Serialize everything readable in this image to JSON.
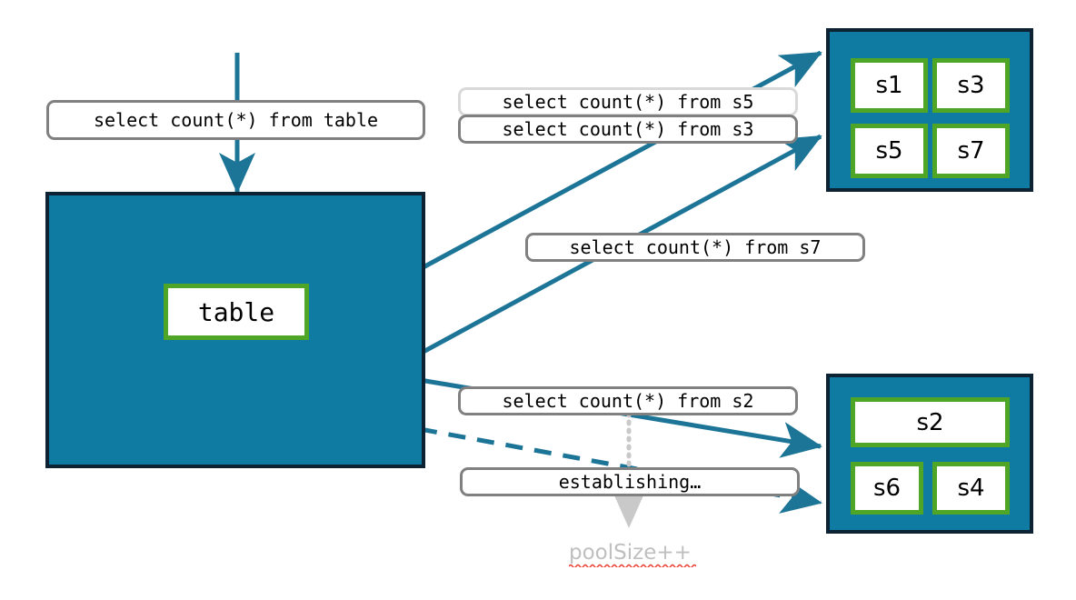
{
  "diagram": {
    "title": "connection pool query routing",
    "colors": {
      "teal": "#0F7BA2",
      "dark_outline": "#0D2333",
      "green": "#4FA526",
      "arrow_blue": "#1C7496",
      "gray_border": "#808080",
      "light_gray_border": "#D9D9D9",
      "muted_text": "#BFBFBF",
      "spellcheck_red": "#E8382C",
      "white": "#FFFFFF",
      "black": "#000000"
    },
    "main_query": {
      "label": "select count(*) from table"
    },
    "table_group": {
      "name": "table-group",
      "table_node_label": "table"
    },
    "queries": [
      {
        "id": "q-s5",
        "label": "select count(*) from s5",
        "border": "light"
      },
      {
        "id": "q-s3",
        "label": "select count(*) from s3",
        "border": "dark"
      },
      {
        "id": "q-s7",
        "label": "select count(*) from s7",
        "border": "dark"
      },
      {
        "id": "q-s2",
        "label": "select count(*) from s2",
        "border": "dark"
      },
      {
        "id": "q-establishing",
        "label": "establishing…",
        "border": "dark"
      }
    ],
    "server_group_top": {
      "name": "server-group-top",
      "servers": [
        {
          "id": "s1",
          "label": "s1"
        },
        {
          "id": "s3",
          "label": "s3"
        },
        {
          "id": "s5",
          "label": "s5"
        },
        {
          "id": "s7",
          "label": "s7"
        }
      ]
    },
    "server_group_bottom": {
      "name": "server-group-bottom",
      "servers": [
        {
          "id": "s2",
          "label": "s2"
        },
        {
          "id": "s6",
          "label": "s6"
        },
        {
          "id": "s4",
          "label": "s4"
        }
      ]
    },
    "pool_note": {
      "label": "poolSize++",
      "has_spellcheck_underline": true
    }
  }
}
